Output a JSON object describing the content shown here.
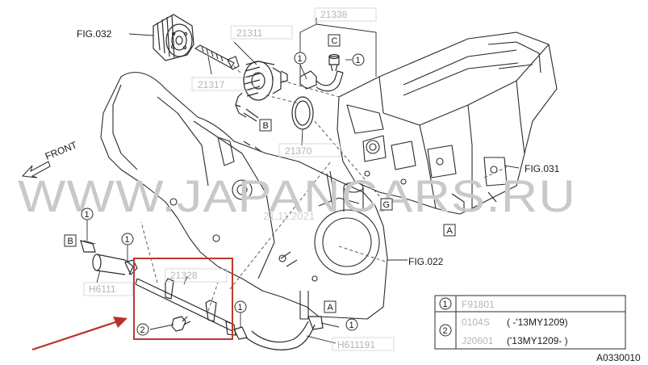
{
  "part_labels": {
    "fig032": "FIG.032",
    "fig031": "FIG.031",
    "fig022": "FIG.022",
    "p21311": "21311",
    "p21317": "21317",
    "p21338": "21338",
    "p21370": "21370",
    "p21328": "21328",
    "h6111": "H6111",
    "h611191": "H611191",
    "front": "FRONT"
  },
  "callouts": {
    "one": "1",
    "two": "2",
    "b": "B",
    "c": "C",
    "g": "G",
    "a": "A"
  },
  "legend": {
    "r1_num": "1",
    "r1_code": "F91801",
    "r2_num": "2",
    "r2a_code": "0104S",
    "r2a_range": "( -'13MY1209)",
    "r2b_code": "J20601",
    "r2b_range": "('13MY1209- )"
  },
  "watermark": {
    "text": "WWW.JAPANCARS.RU",
    "date": "21.11.2021"
  },
  "drawing_id": "A0330010",
  "colors": {
    "line": "#2b2b2b",
    "highlight": "#c0392b",
    "watermark": "#c9c9c9",
    "faded_label": "#b5b5b5"
  }
}
